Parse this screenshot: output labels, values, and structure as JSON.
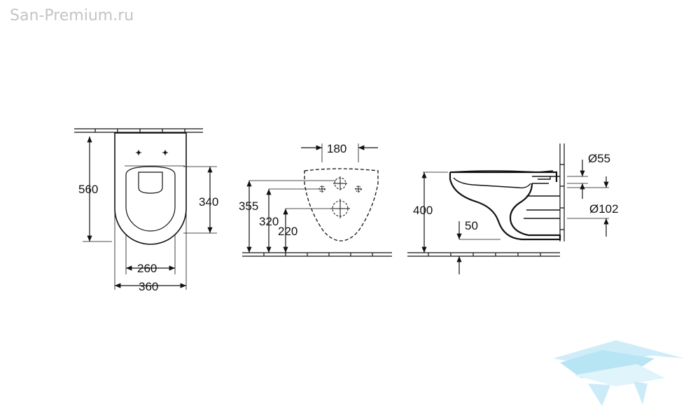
{
  "watermark": "San-Premium.ru",
  "front_view": {
    "height_total": "560",
    "height_fixing": "340",
    "width_inner": "260",
    "width_total": "360"
  },
  "rear_view": {
    "bolt_spacing": "180",
    "height_top": "355",
    "height_mid": "320",
    "height_low": "220"
  },
  "side_view": {
    "height_total": "400",
    "floor_gap": "50",
    "inlet_diameter": "Ø55",
    "outlet_diameter": "Ø102"
  },
  "colors": {
    "line": "#111111",
    "watermark": "#c4c4c4",
    "logo": "#7fd0ec"
  }
}
